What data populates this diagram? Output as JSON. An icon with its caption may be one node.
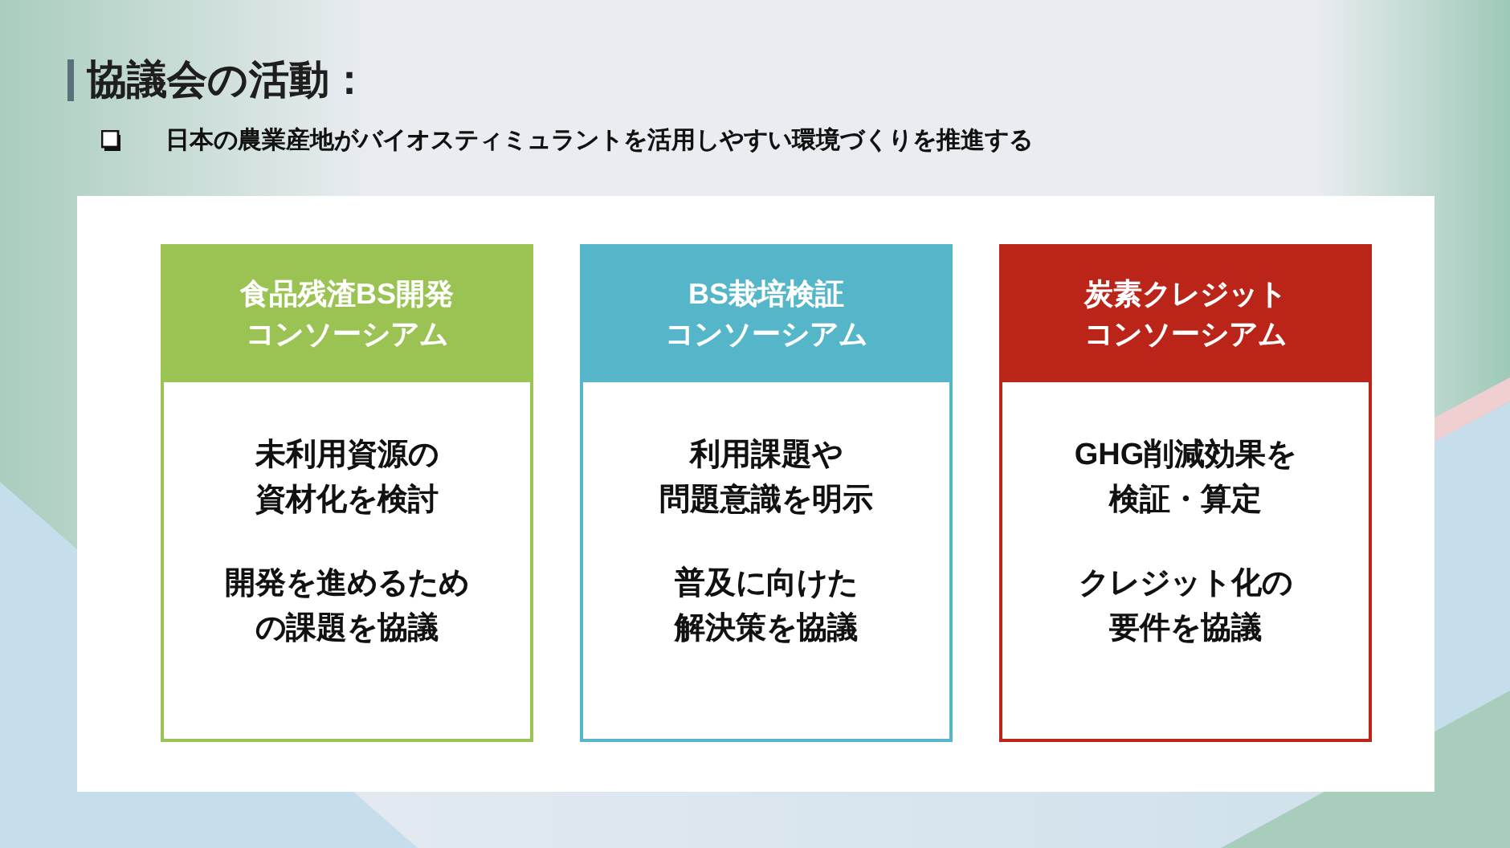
{
  "diagram": {
    "title": "協議会の活動：",
    "nodes": [
      {
        "text": [
          "食品残渣BS開発コンソーシアム",
          "未利用資源の資材化を検討",
          "開発を進めるための課題を協議"
        ]
      },
      {
        "text": [
          "BS栽培検証コンソーシアム",
          "利用課題や問題意識を明示",
          "普及に向けた解決策を協議"
        ]
      },
      {
        "text": [
          "炭素クレジットコンソーシアム",
          "GHG削減効果を検証・算定",
          "クレジット化の要件を協議"
        ]
      }
    ],
    "labels": [
      "日本の農業産地がバイオスティミュラントを活用しやすい環境づくりを推進する"
    ]
  }
}
